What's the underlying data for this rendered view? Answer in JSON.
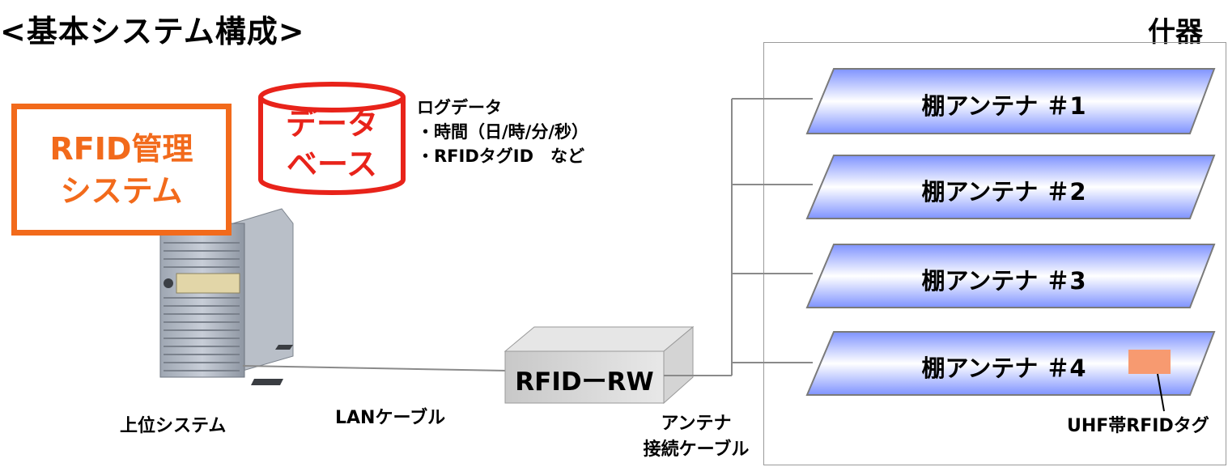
{
  "title": "<基本システム構成>",
  "fixture": {
    "label": "什器"
  },
  "management_system": {
    "line1": "RFID管理",
    "line2": "システム"
  },
  "database": {
    "line1": "データ",
    "line2": "ベース"
  },
  "log": {
    "heading": "ログデータ",
    "item1": "・時間（日/時/分/秒）",
    "item2": "・RFIDタグID　など"
  },
  "server": {
    "label": "上位システム"
  },
  "lan_cable": {
    "label": "LANケーブル"
  },
  "reader_writer": {
    "label": "RFIDーRW"
  },
  "antenna_cable": {
    "line1": "アンテナ",
    "line2": "接続ケーブル"
  },
  "antennas": [
    {
      "label": "棚アンテナ ＃1"
    },
    {
      "label": "棚アンテナ ＃2"
    },
    {
      "label": "棚アンテナ ＃3"
    },
    {
      "label": "棚アンテナ ＃4"
    }
  ],
  "tag": {
    "label": "UHF帯RFIDタグ",
    "color": "#f79a70"
  },
  "colors": {
    "accent_orange": "#f26a1b",
    "database_red": "#e8231a",
    "antenna_gradient_edge": "#7f93ff",
    "antenna_gradient_center": "#ffffff"
  }
}
